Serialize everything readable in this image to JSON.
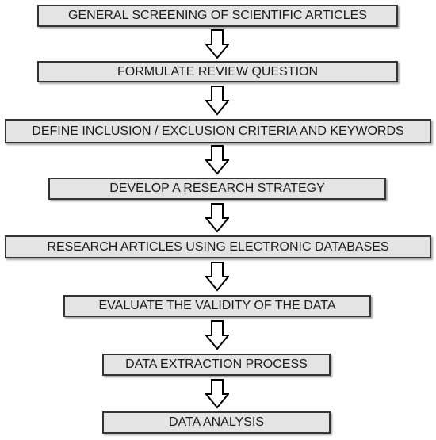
{
  "flowchart": {
    "steps": [
      {
        "label": "GENERAL SCREENING OF SCIENTIFIC ARTICLES"
      },
      {
        "label": "FORMULATE REVIEW QUESTION"
      },
      {
        "label": "DEFINE INCLUSION / EXCLUSION CRITERIA AND KEYWORDS"
      },
      {
        "label": "DEVELOP A RESEARCH STRATEGY"
      },
      {
        "label": "RESEARCH ARTICLES USING ELECTRONIC DATABASES"
      },
      {
        "label": "EVALUATE THE VALIDITY OF THE DATA"
      },
      {
        "label": "DATA EXTRACTION PROCESS"
      },
      {
        "label": "DATA ANALYSIS"
      }
    ],
    "arrow_icon": "down-arrow-icon"
  }
}
